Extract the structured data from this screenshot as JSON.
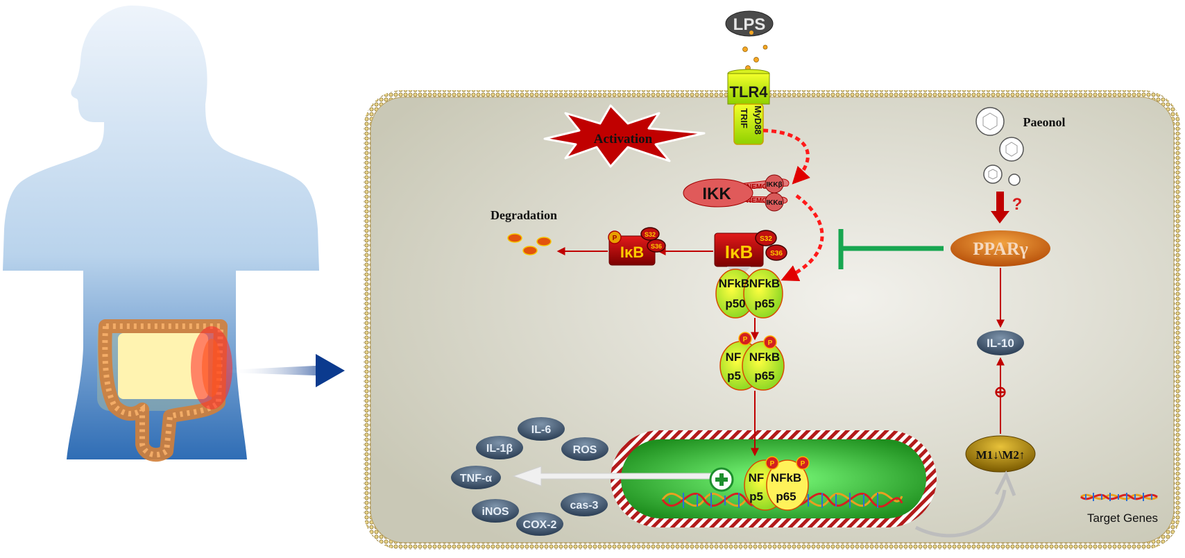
{
  "ligand": {
    "label": "LPS"
  },
  "receptor": {
    "label": "TLR4",
    "adaptors": [
      "MyD88",
      "TRIF"
    ]
  },
  "activation": {
    "label": "Activation"
  },
  "ikk": {
    "label": "IKK",
    "nemo": "NEMO",
    "subunits": [
      "IKKβ",
      "IKKα"
    ]
  },
  "ikb": {
    "label": "IκB",
    "sites": [
      "S32",
      "S36"
    ],
    "phospho": "P"
  },
  "degradation": {
    "label": "Degradation"
  },
  "nfkb": {
    "label": "NFkB",
    "p50": "p50",
    "p65": "p65",
    "p50_cut": "NF",
    "p50_short": "p5"
  },
  "drug": {
    "label": "Paeonol",
    "question": "?"
  },
  "receptor_nuclear": {
    "label": "PPARγ"
  },
  "il10": {
    "label": "IL-10"
  },
  "plus_sign": "⊕",
  "macrophage": {
    "label": "M1↓\\M2↑"
  },
  "cytokines": [
    "IL-6",
    "IL-1β",
    "ROS",
    "TNF-α",
    "iNOS",
    "cas-3",
    "COX-2"
  ],
  "legend": {
    "label": "Target Genes"
  },
  "colors": {
    "arrow_red": "#c00000",
    "inhibit_green": "#17a650",
    "pparg_orange": "#d2691e",
    "membrane_gold": "#d9c06a",
    "cytoplasm": "#d6d5c7",
    "nucleus_green": "#3cbd3c",
    "body_blue": "#b7d2ea",
    "nav_blue": "#0b3a8e"
  }
}
